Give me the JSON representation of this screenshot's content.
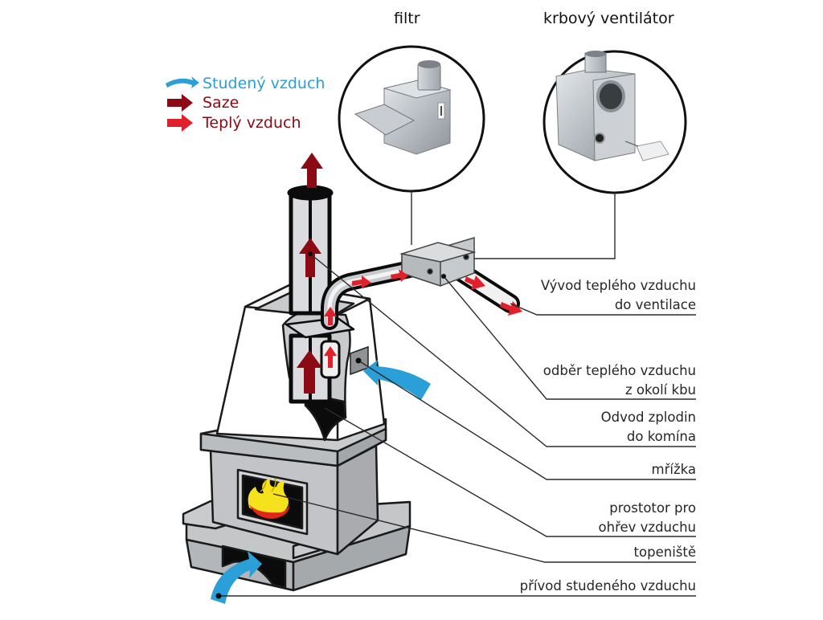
{
  "legend": {
    "items": [
      {
        "icon": "curved-arrow-icon",
        "label": "Studený vzduch",
        "color": "#2a9fd8"
      },
      {
        "icon": "arrow-right-icon",
        "label": "Saze",
        "color": "#8b0a14"
      },
      {
        "icon": "arrow-right-icon",
        "label": "Teplý vzduch",
        "color": "#e0202a"
      }
    ]
  },
  "photos": {
    "filter_title": "filtr",
    "fan_title": "krbový ventilátor"
  },
  "labels": [
    {
      "id": "vyvod",
      "lines": [
        "Vývod teplého vzduchu",
        "do ventilace"
      ]
    },
    {
      "id": "odber",
      "lines": [
        "odběr teplého vzduchu",
        "z okolí kbu"
      ]
    },
    {
      "id": "odvod",
      "lines": [
        "Odvod zplodin",
        "do komína"
      ]
    },
    {
      "id": "mrizka",
      "lines": [
        "mřížka"
      ]
    },
    {
      "id": "prostor",
      "lines": [
        "prostotor pro",
        "ohřev vzduchu"
      ]
    },
    {
      "id": "topeniste",
      "lines": [
        "topeniště"
      ]
    },
    {
      "id": "privod",
      "lines": [
        "přívod studeného vzduchu"
      ]
    }
  ],
  "colors": {
    "cold_air": "#2a9fd8",
    "soot": "#8b0a14",
    "warm_air": "#e0202a",
    "stone": "#c4c6c8",
    "stone_dark": "#a9abae",
    "flame_yellow": "#f6e21c",
    "flame_red": "#e0251b"
  }
}
